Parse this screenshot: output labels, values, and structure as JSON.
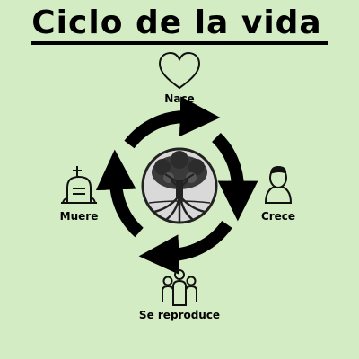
{
  "title": "Ciclo de la vida",
  "stages": {
    "birth": {
      "label": "Nace",
      "icon": "heart-icon"
    },
    "growth": {
      "label": "Crece",
      "icon": "person-icon"
    },
    "reproduction": {
      "label": "Se reproduce",
      "icon": "group-icon"
    },
    "death": {
      "label": "Muere",
      "icon": "gravestone-icon"
    }
  },
  "center_icon": "tree-of-life-icon",
  "colors": {
    "background": "#d4ecc3",
    "ink": "#000000",
    "tree_circle_fill": "#d9d9d9"
  }
}
